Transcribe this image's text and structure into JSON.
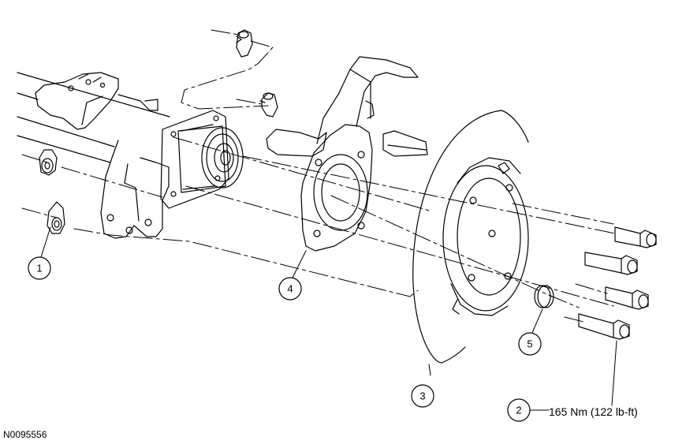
{
  "figure_id": "N0095556",
  "callouts": {
    "c1": "1",
    "c2": "2",
    "c3": "3",
    "c4": "4",
    "c5": "5"
  },
  "torque_spec": "165 Nm (122 lb-ft)",
  "colors": {
    "line": "#000000",
    "background": "#ffffff"
  }
}
